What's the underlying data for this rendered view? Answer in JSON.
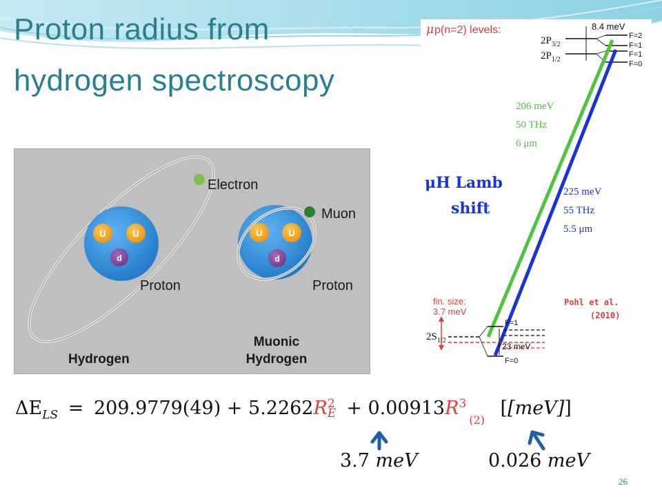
{
  "title": {
    "line1": "Proton radius from",
    "line2": "hydrogen spectroscopy"
  },
  "atom_figure": {
    "electron_label": "Electron",
    "muon_label": "Muon",
    "proton_label_left": "Proton",
    "proton_label_right": "Proton",
    "quark_u": "U",
    "quark_d": "d",
    "hydrogen_label": "Hydrogen",
    "muonic_line1": "Muonic",
    "muonic_line2": "Hydrogen",
    "colors": {
      "proton": "#2f8fe0",
      "quark_u": "#f5a623",
      "quark_d": "#8a4f9e",
      "electron": "#7cc24a",
      "muon": "#2e7d32"
    }
  },
  "level_diagram": {
    "header_mu": "μ",
    "header_rest": "p(n=2) levels:",
    "splitting": "8.4 meV",
    "state_2p32": "2P",
    "state_2p32_sub": "3/2",
    "state_2p12": "2P",
    "state_2p12_sub": "1/2",
    "f_labels_top": [
      "F=2",
      "F=1",
      "F=1",
      "F=0"
    ],
    "green_energy": "206 meV",
    "green_freq": "50 THz",
    "green_wavelength": "6 μm",
    "lamb_line1": "μH Lamb",
    "lamb_line2": "shift",
    "blue_energy": "225 meV",
    "blue_freq": "55 THz",
    "blue_wavelength": "5.5 μm",
    "fin_size_line1": "fin. size:",
    "fin_size_line2": "3.7 meV",
    "reference_line1": "Pohl et al.",
    "reference_line2": "(2010)",
    "state_2s": "2S",
    "state_2s_sub": "1/2",
    "f1_bottom": "F=1",
    "hfs_2s": "23 meV",
    "f0_bottom": "F=0",
    "colors": {
      "green": "#4cc43c",
      "blue": "#1a33d6",
      "red": "#e23b3b"
    }
  },
  "equation": {
    "lhs": "ΔE",
    "lhs_sub": "LS",
    "equals": "=",
    "term1": "209.9779(49) + 5.2262",
    "r": "R",
    "r_sup2": "2",
    "r_sub_e": "E",
    "term2": "+ 0.00913",
    "r3": "R",
    "r_sup3": "3",
    "r3_sub": "(2)",
    "units": "[meV]"
  },
  "annotations": {
    "left_num": "3.7",
    "left_unit": "meV",
    "right_num": "0.026",
    "right_unit": "meV"
  },
  "slide_number": "26"
}
